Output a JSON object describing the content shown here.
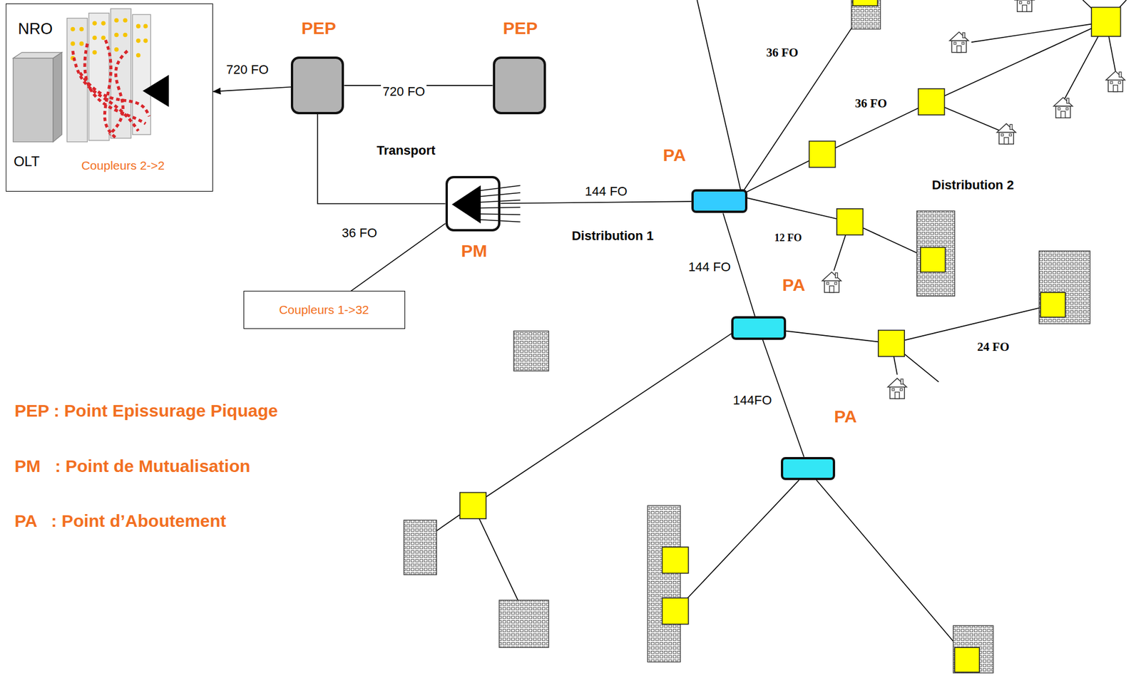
{
  "diagram": {
    "nodes": [
      {
        "text": [
          "NRO",
          "OLT",
          "Coupleurs 2->2"
        ]
      },
      {
        "text": [
          "PEP"
        ]
      },
      {
        "text": [
          "PEP"
        ]
      },
      {
        "text": [
          "PM"
        ]
      },
      {
        "text": [
          "Coupleurs 1->32"
        ]
      },
      {
        "text": [
          "PA"
        ]
      },
      {
        "text": [
          "PA"
        ]
      },
      {
        "text": [
          "PA"
        ]
      }
    ],
    "edges": [
      {
        "from": 1,
        "to": 0,
        "arrow": "to",
        "label": "720 FO"
      },
      {
        "from": 1,
        "to": 2,
        "arrow": "none",
        "label": "720 FO"
      },
      {
        "from": 1,
        "to": 3,
        "arrow": "none"
      },
      {
        "from": 4,
        "to": 3,
        "arrow": "none"
      },
      {
        "from": 3,
        "to": 5,
        "arrow": "none",
        "label": "144 FO"
      },
      {
        "from": 5,
        "to": 6,
        "arrow": "none",
        "label": "144 FO"
      },
      {
        "from": 6,
        "to": 7,
        "arrow": "none",
        "label": "144FO"
      }
    ],
    "labels": [
      "Transport",
      "36 FO",
      "Distribution 1",
      "36 FO",
      "36 FO",
      "Distribution 2",
      "12 FO",
      "24 FO"
    ],
    "legend": [
      {
        "text": "PEP : Point Epissurage Piquage"
      },
      {
        "text": "PM   : Point de Mutualisation"
      },
      {
        "text": "PA   : Point d’Aboutement"
      }
    ]
  }
}
